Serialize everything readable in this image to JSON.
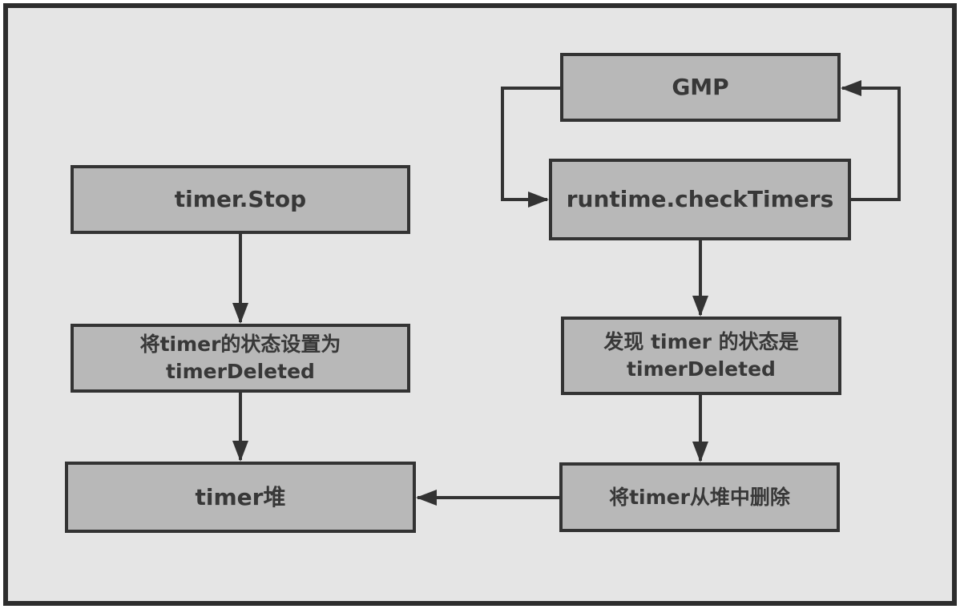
{
  "diagram": {
    "type": "flowchart",
    "topic": "Go timer.Stop / timerDeleted flow",
    "colors": {
      "background": "#e5e5e5",
      "node_fill": "#b8b8b8",
      "stroke": "#333333",
      "frame_border": "#2d2d2d",
      "text": "#383838"
    },
    "nodes": {
      "timer_stop": {
        "label": "timer.Stop"
      },
      "set_status": {
        "line1": "将timer的状态设置为",
        "line2": "timerDeleted"
      },
      "timer_heap": {
        "label": "timer堆"
      },
      "gmp": {
        "label": "GMP"
      },
      "check_timers": {
        "label": "runtime.checkTimers"
      },
      "found_status": {
        "line1": "发现 timer 的状态是",
        "line2": "timerDeleted"
      },
      "remove_from_heap": {
        "label": "将timer从堆中删除"
      }
    },
    "edges": [
      {
        "from": "timer_stop",
        "to": "set_status"
      },
      {
        "from": "set_status",
        "to": "timer_heap"
      },
      {
        "from": "gmp",
        "to": "check_timers"
      },
      {
        "from": "check_timers",
        "to": "gmp"
      },
      {
        "from": "check_timers",
        "to": "found_status"
      },
      {
        "from": "found_status",
        "to": "remove_from_heap"
      },
      {
        "from": "remove_from_heap",
        "to": "timer_heap"
      }
    ]
  }
}
